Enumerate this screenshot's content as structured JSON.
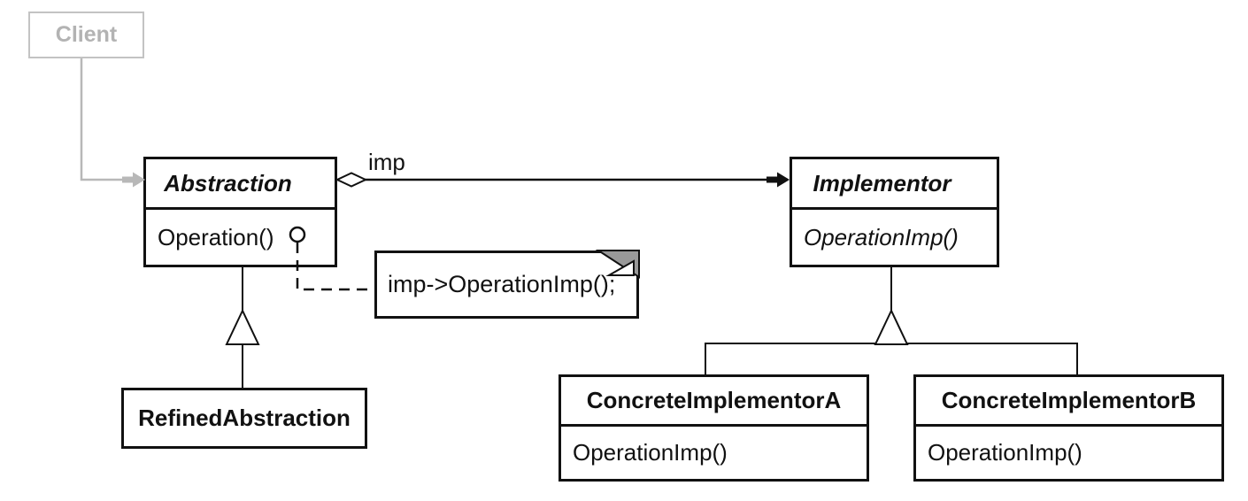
{
  "colors": {
    "line_black": "#111111",
    "client_gray": "#b8b8b8",
    "client_border_gray": "#c3c3c3",
    "note_fold_gray": "#999999",
    "background": "#ffffff"
  },
  "classes": {
    "client": {
      "name": "Client"
    },
    "abstraction": {
      "name": "Abstraction",
      "methods": [
        "Operation()"
      ]
    },
    "implementor": {
      "name": "Implementor",
      "methods": [
        "OperationImp()"
      ]
    },
    "refined_abstraction": {
      "name": "RefinedAbstraction"
    },
    "concrete_implementor_a": {
      "name": "ConcreteImplementorA",
      "methods": [
        "OperationImp()"
      ]
    },
    "concrete_implementor_b": {
      "name": "ConcreteImplementorB",
      "methods": [
        "OperationImp()"
      ]
    }
  },
  "relations": {
    "aggregation_label": "imp"
  },
  "note": {
    "text": "imp->OperationImp();"
  }
}
